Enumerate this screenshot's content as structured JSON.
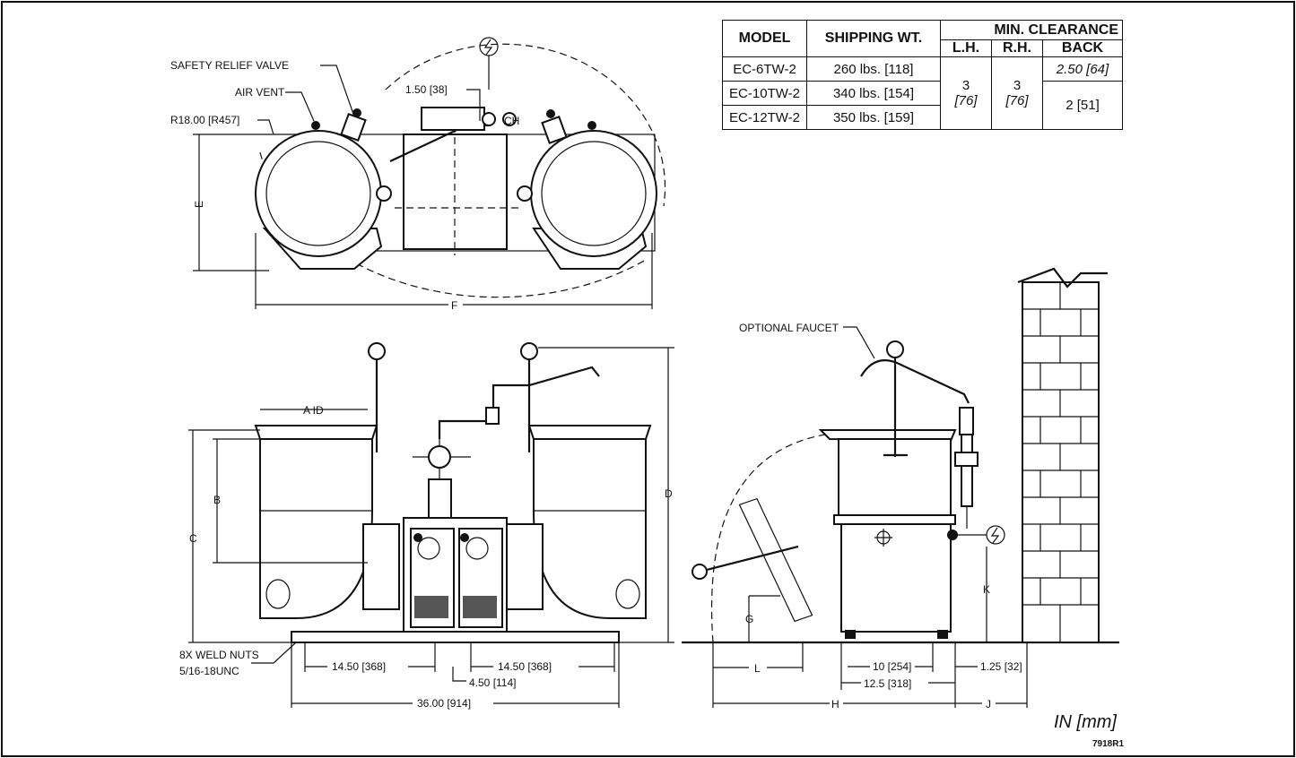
{
  "table": {
    "headers": {
      "model": "MODEL",
      "shipping": "SHIPPING WT.",
      "clearance": "MIN. CLEARANCE"
    },
    "sub_headers": {
      "lh": "L.H.",
      "rh": "R.H.",
      "back": "BACK"
    },
    "rows": [
      {
        "model": "EC-6TW-2",
        "weight": "260 lbs. [118]"
      },
      {
        "model": "EC-10TW-2",
        "weight": "340 lbs. [154]"
      },
      {
        "model": "EC-12TW-2",
        "weight": "350 lbs. [159]"
      }
    ],
    "lh_value": "3",
    "lh_mm": "[76]",
    "rh_value": "3",
    "rh_mm": "[76]",
    "back_first": "2.50 [64]",
    "back_rest": "2 [51]"
  },
  "labels": {
    "safety_valve": "SAFETY RELIEF VALVE",
    "air_vent": "AIR VENT",
    "radius": "R18.00 [R457]",
    "offset": "1.50 [38]",
    "ch": "CH",
    "dim_e": "E",
    "dim_f": "F",
    "dim_a": "A ID",
    "dim_b": "B",
    "dim_c": "C",
    "dim_d": "D",
    "weld_nuts_1": "8X WELD NUTS",
    "weld_nuts_2": "5/16-18UNC",
    "dim_1450_left": "14.50 [368]",
    "dim_1450_right": "14.50 [368]",
    "dim_450": "4.50 [114]",
    "dim_3600": "36.00 [914]",
    "optional_faucet": "OPTIONAL FAUCET",
    "dim_g": "G",
    "dim_k": "K",
    "dim_l": "L",
    "dim_h": "H",
    "dim_j": "J",
    "dim_10": "10 [254]",
    "dim_125": "12.5 [318]",
    "dim_1_25": "1.25 [32]",
    "units": "IN [mm]",
    "drawing_no": "7918R1"
  }
}
